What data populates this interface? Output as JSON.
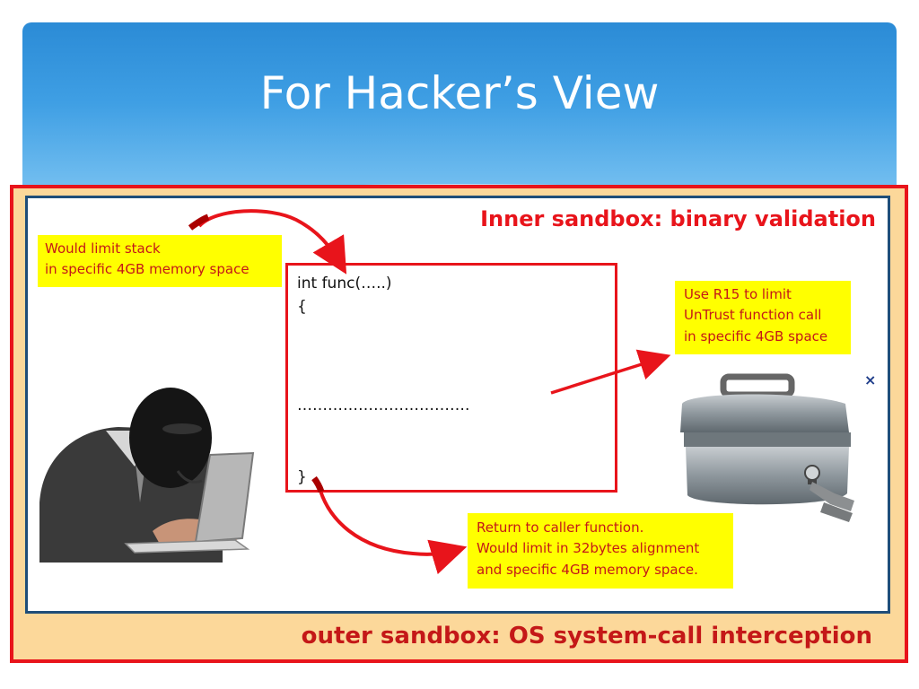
{
  "slide": {
    "title": "For Hacker’s View",
    "inner_label": "Inner sandbox: binary validation",
    "outer_label": "outer sandbox: OS system-call interception"
  },
  "notes": {
    "stack": [
      "Would limit stack",
      "in specific 4GB memory space"
    ],
    "r15": [
      "Use R15 to limit",
      "UnTrust function call",
      "in specific 4GB space"
    ],
    "return": [
      "Return to caller function.",
      "Would limit in 32bytes alignment",
      "and specific 4GB memory space."
    ]
  },
  "code": {
    "line1": "int func(…..)",
    "line2": "{",
    "line3": "…………………………….",
    "line4": "}"
  },
  "icons": {
    "close": "×"
  },
  "colors": {
    "header_blue": "#3f9fe4",
    "accent_red": "#e8141b",
    "note_yellow": "#ffff00",
    "outer_fill": "#fcd89a",
    "inner_border": "#1f4e79"
  }
}
